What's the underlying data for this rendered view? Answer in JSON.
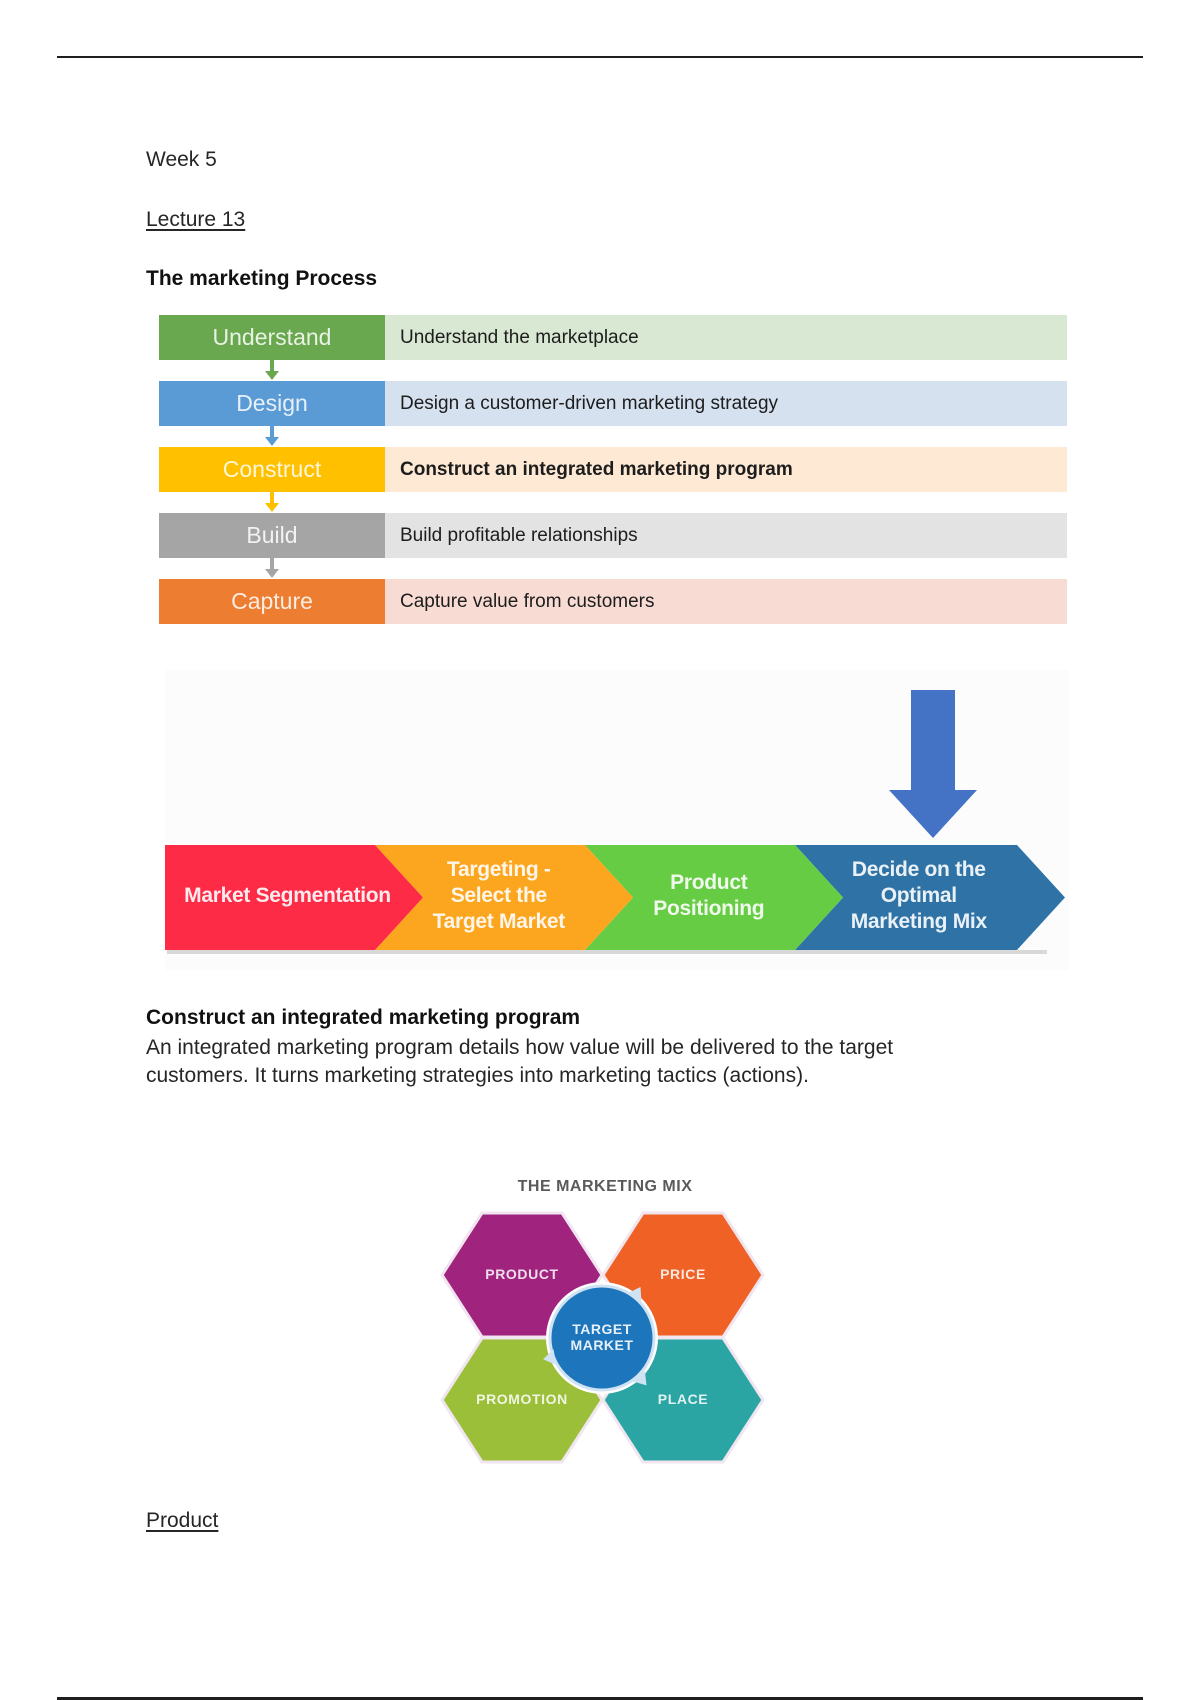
{
  "document": {
    "week": "Week 5",
    "lecture": "Lecture 13 ",
    "section_title": "The marketing Process",
    "process_steps": [
      {
        "label": "Understand",
        "description": "Understand the marketplace",
        "bold": false,
        "color": "#6aa84f",
        "bg": "#d9e8d3",
        "arrow_color": "#6aa84f"
      },
      {
        "label": "Design",
        "description": "Design a customer-driven marketing strategy",
        "bold": false,
        "color": "#5b9bd5",
        "bg": "#d6e1f0",
        "arrow_color": "#5b9bd5"
      },
      {
        "label": "Construct",
        "description": "Construct an integrated marketing program",
        "bold": true,
        "color": "#ffc000",
        "bg": "#fde9d4",
        "arrow_color": "#ffc000"
      },
      {
        "label": "Build",
        "description": "Build profitable relationships",
        "bold": false,
        "color": "#a5a5a5",
        "bg": "#e3e3e3",
        "arrow_color": "#a5a5a5"
      },
      {
        "label": "Capture",
        "description": "Capture value from customers",
        "bold": false,
        "color": "#ed7d31",
        "bg": "#f8dcd4",
        "arrow_color": null
      }
    ],
    "strategy_chevrons": [
      {
        "lines": [
          "Market Segmentation"
        ],
        "color": "#fe2b47"
      },
      {
        "lines": [
          "Targeting -",
          "Select the",
          "Target Market"
        ],
        "color": "#fca61f"
      },
      {
        "lines": [
          "Product",
          "Positioning"
        ],
        "color": "#66cc44"
      },
      {
        "lines": [
          "Decide on the",
          "Optimal",
          "Marketing Mix"
        ],
        "color": "#2f73a6"
      }
    ],
    "highlight_arrow_color": "#4472c4",
    "construct_heading": "Construct an integrated marketing program",
    "construct_body_line1": "An integrated marketing program details how value will be delivered to the target",
    "construct_body_line2": "customers. It turns marketing strategies into marketing tactics (actions).",
    "marketing_mix": {
      "title": "THE MARKETING MIX",
      "center_line1": "TARGET",
      "center_line2": "MARKET",
      "center_color": "#1d75bc",
      "items": [
        {
          "label": "PRODUCT",
          "color": "#a0237e"
        },
        {
          "label": "PRICE",
          "color": "#ef6125"
        },
        {
          "label": "PROMOTION",
          "color": "#9cbf39"
        },
        {
          "label": "PLACE",
          "color": "#2aa5a3"
        }
      ]
    },
    "next_heading": "Product "
  }
}
